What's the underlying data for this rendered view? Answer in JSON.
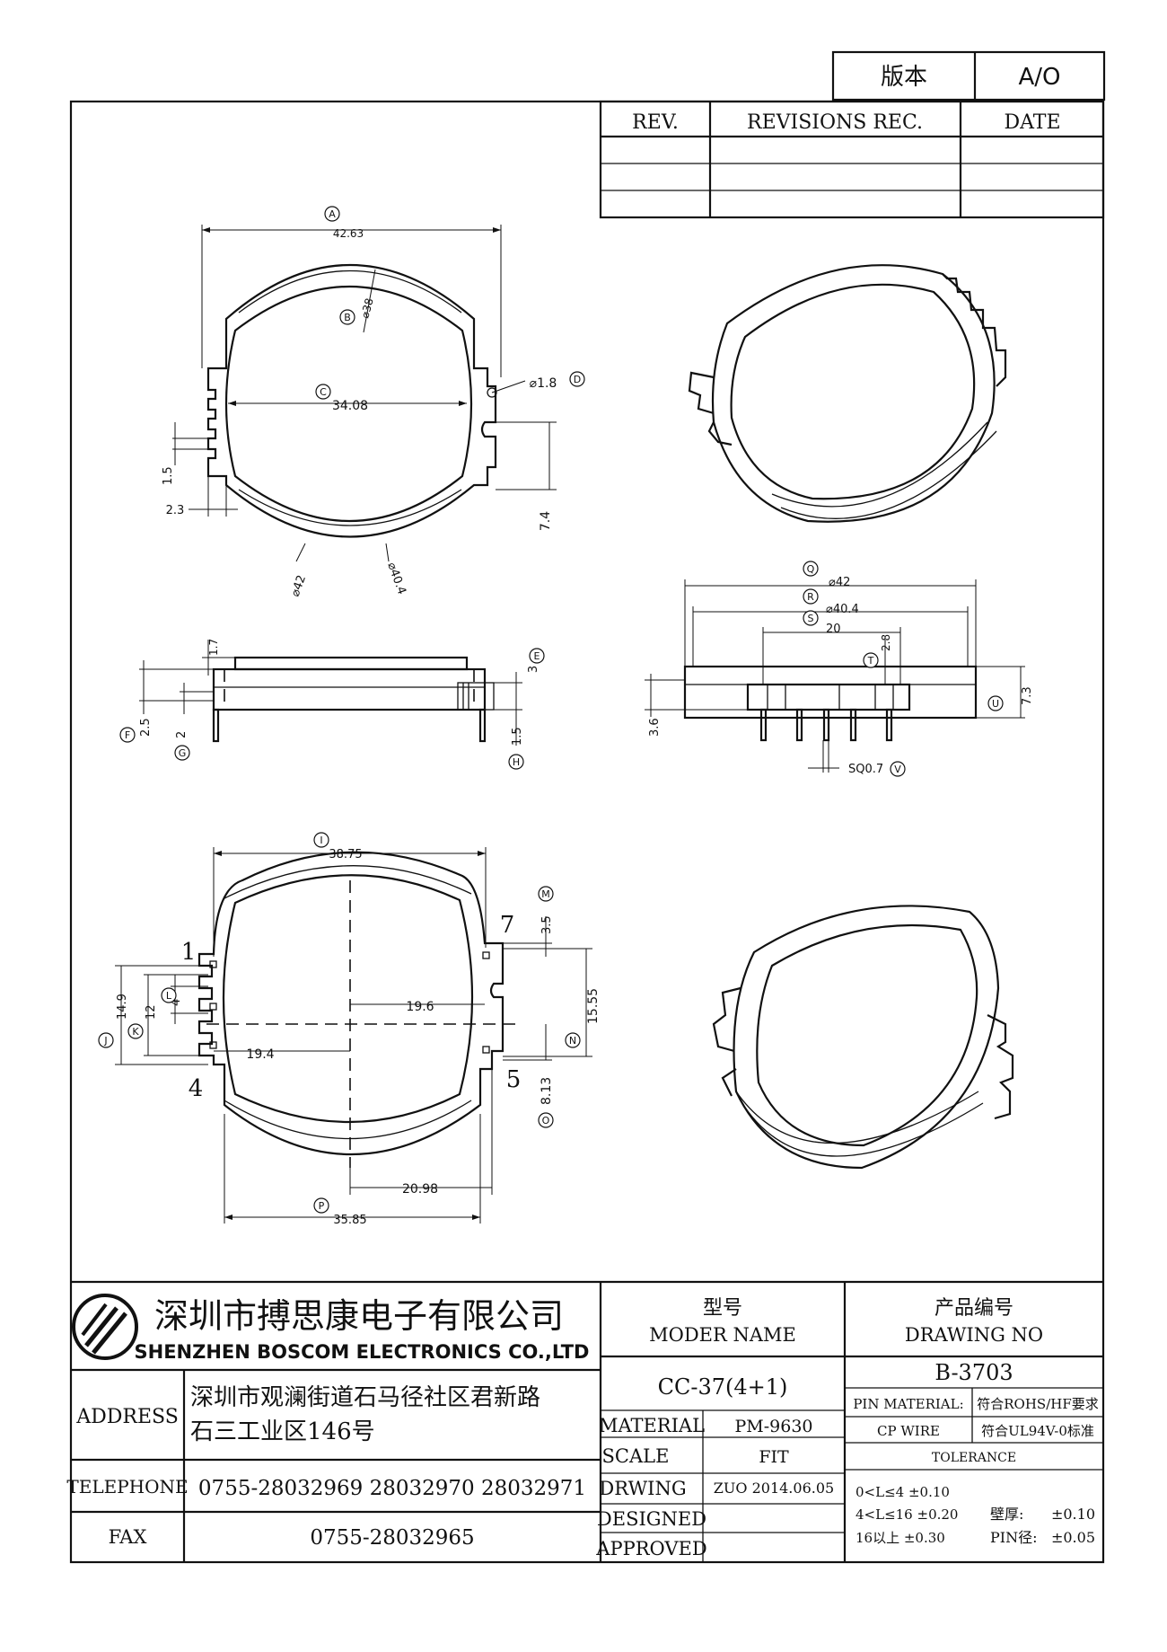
{
  "version": {
    "label": "版本",
    "value": "A/O"
  },
  "revision_table": {
    "headers": [
      "REV.",
      "REVISIONS REC.",
      "DATE"
    ]
  },
  "top_view": {
    "dims": {
      "A": "42.63",
      "B": "⌀38",
      "C": "34.08",
      "D": "⌀1.8",
      "d15": "1.5",
      "d23": "2.3",
      "d74": "7.4",
      "d42": "⌀42",
      "d404": "⌀40.4"
    },
    "labels": {
      "A": "A",
      "B": "B",
      "C": "C",
      "D": "D"
    }
  },
  "side_view_left": {
    "dims": {
      "d17": "1.7",
      "d3": "3",
      "d25": "2.5",
      "d2": "2",
      "d15": "1.5"
    },
    "labels": {
      "E": "E",
      "F": "F",
      "G": "G",
      "H": "H"
    }
  },
  "side_view_right": {
    "dims": {
      "Q": "⌀42",
      "R": "⌀40.4",
      "S": "20",
      "T": "2.8",
      "d36": "3.6",
      "d73": "7.3",
      "V": "SQ0.7"
    },
    "labels": {
      "Q": "Q",
      "R": "R",
      "S": "S",
      "T": "T",
      "U": "U",
      "V": "V"
    }
  },
  "bottom_view": {
    "dims": {
      "I": "38.75",
      "d196": "19.6",
      "d194": "19.4",
      "d2098": "20.98",
      "P": "35.85",
      "M": "3.5",
      "N": "15.55",
      "O": "8.13",
      "J": "14.9",
      "K": "12",
      "L": "4"
    },
    "labels": {
      "I": "I",
      "J": "J",
      "K": "K",
      "L": "L",
      "M": "M",
      "N": "N",
      "O": "O",
      "P": "P"
    },
    "pins": {
      "p1": "1",
      "p4": "4",
      "p5": "5",
      "p7": "7"
    }
  },
  "title_block": {
    "company_cn": "深圳市搏思康电子有限公司",
    "company_en": "SHENZHEN BOSCOM ELECTRONICS CO.,LTD",
    "model_label_cn": "型号",
    "model_label_en": "MODER NAME",
    "model_value": "CC-37(4+1)",
    "drawing_no_label_cn": "产品编号",
    "drawing_no_label_en": "DRAWING NO",
    "drawing_no_value": "B-3703",
    "address_label": "ADDRESS",
    "address_line1": "深圳市观澜街道石马径社区君新路",
    "address_line2": "石三工业区146号",
    "telephone_label": "TELEPHONE",
    "telephone_value": "0755-28032969 28032970 28032971",
    "fax_label": "FAX",
    "fax_value": "0755-28032965",
    "material_label": "MATERIAL",
    "material_value": "PM-9630",
    "scale_label": "SCALE",
    "scale_value": "FIT",
    "drwing_label": "DRWING",
    "drwing_value": "ZUO 2014.06.05",
    "designed_label": "DESIGNED",
    "approved_label": "APPROVED",
    "pin_material_label": "PIN MATERIAL:",
    "cp_wire_label": "CP WIRE",
    "rohs_value": "符合ROHS/HF要求",
    "ul_value": "符合UL94V-0标准",
    "tolerance_label": "TOLERANCE",
    "tol_row1": "0<L≤4  ±0.10",
    "tol_row2": "4<L≤16  ±0.20",
    "tol_row3": "16以上  ±0.30",
    "wall_label": "壁厚:",
    "wall_value": "±0.10",
    "pin_dia_label": "PIN径:",
    "pin_dia_value": "±0.05"
  }
}
